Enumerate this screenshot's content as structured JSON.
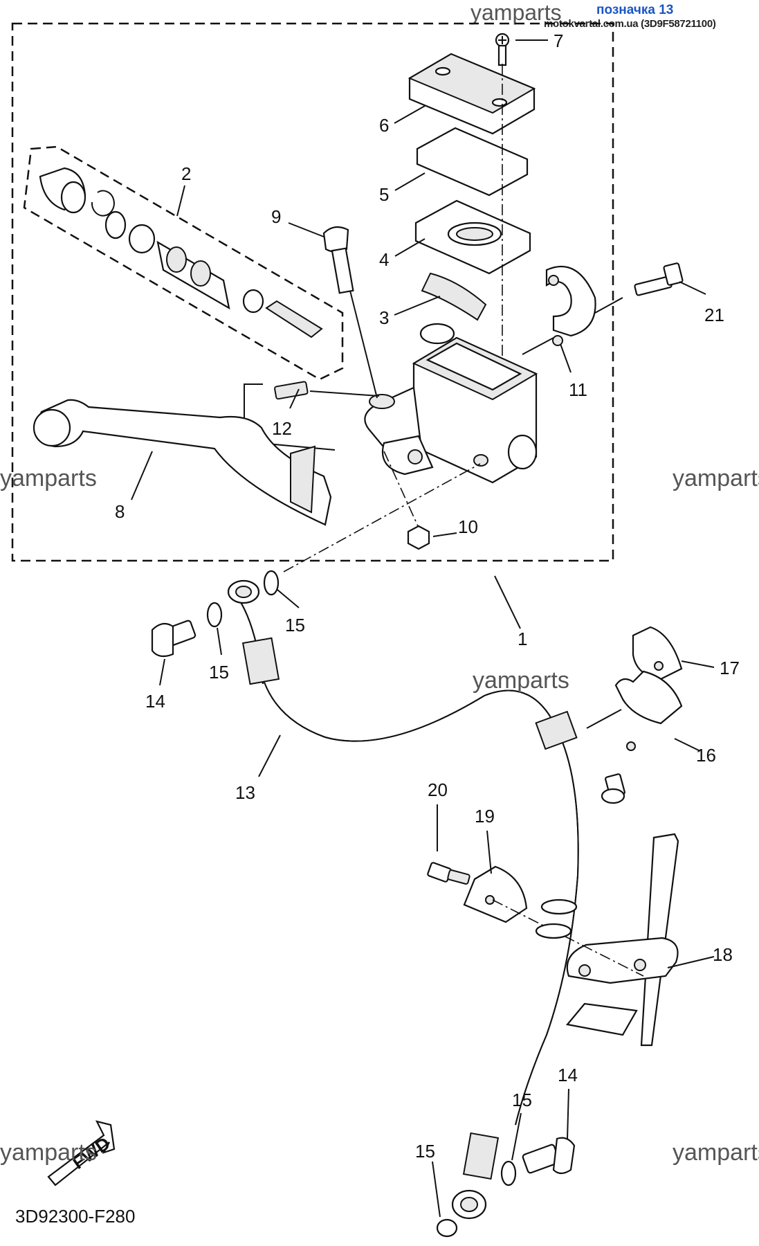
{
  "header": {
    "site_watermark": "yamparts",
    "ref_label": "позначка 13",
    "source_text": "motokvartal.com.ua (3D9F58721100)"
  },
  "watermarks": [
    "yamparts",
    "yamparts",
    "yamparts",
    "yamparts",
    "yamparts"
  ],
  "diagram_code": "3D92300-F280",
  "fwd_label": "FWD",
  "callouts": {
    "c1": "1",
    "c2": "2",
    "c3": "3",
    "c4": "4",
    "c5": "5",
    "c6": "6",
    "c7": "7",
    "c8": "8",
    "c9": "9",
    "c10": "10",
    "c11": "11",
    "c12": "12",
    "c13": "13",
    "c14a": "14",
    "c14b": "14",
    "c15a": "15",
    "c15b": "15",
    "c15c": "15",
    "c15d": "15",
    "c16": "16",
    "c17": "17",
    "c18": "18",
    "c19": "19",
    "c20": "20",
    "c21": "21"
  }
}
